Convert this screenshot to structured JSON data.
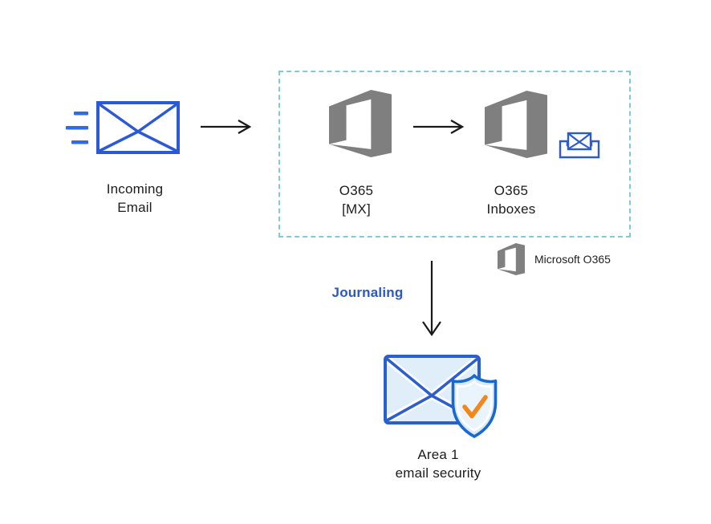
{
  "diagram": {
    "nodes": {
      "incoming": {
        "line1": "Incoming",
        "line2": "Email"
      },
      "o365_mx": {
        "line1": "O365",
        "line2": "[MX]"
      },
      "o365_inboxes": {
        "line1": "O365",
        "line2": "Inboxes"
      },
      "area1": {
        "line1": "Area 1",
        "line2": "email security"
      }
    },
    "flow_label": "Journaling",
    "legend": {
      "label": "Microsoft O365"
    },
    "colors": {
      "envelope_blue": "#2b59d8",
      "area1_blue": "#2b5fd0",
      "pale_blue_fill": "#dfeef9",
      "office_gray": "#7f7f7f",
      "dashed_border": "#7ecbd9",
      "journaling_blue": "#2a57c9",
      "shield_blue": "#1768d1",
      "shield_fill": "#d9eaf7",
      "check_orange": "#f0881c",
      "arrow_black": "#1a1a1a",
      "text_black": "#1c1c1c"
    }
  }
}
